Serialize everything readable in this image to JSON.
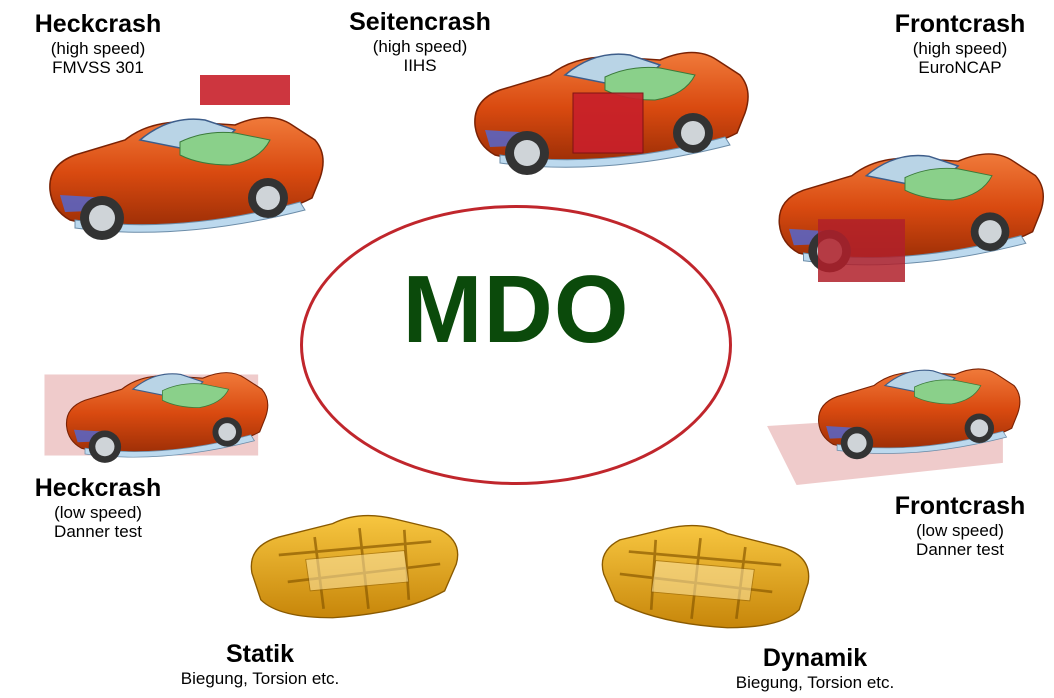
{
  "center": {
    "title": "MDO"
  },
  "labels": {
    "heck_high": {
      "title": "Heckcrash",
      "line1": "(high speed)",
      "line2": "FMVSS 301"
    },
    "seite_high": {
      "title": "Seitencrash",
      "line1": "(high speed)",
      "line2": "IIHS"
    },
    "front_high": {
      "title": "Frontcrash",
      "line1": "(high speed)",
      "line2": "EuroNCAP"
    },
    "heck_low": {
      "title": "Heckcrash",
      "line1": "(low speed)",
      "line2": "Danner test"
    },
    "front_low": {
      "title": "Frontcrash",
      "line1": "(low speed)",
      "line2": "Danner test"
    },
    "statik": {
      "title": "Statik",
      "line1": "Biegung, Torsion etc."
    },
    "dynamik": {
      "title": "Dynamik",
      "line1": "Biegung, Torsion etc."
    }
  },
  "colors": {
    "ellipse": "#c0262c",
    "mdo_text": "#0b4a0b",
    "car_body": "#d94a10",
    "frame": "#e0a020"
  }
}
